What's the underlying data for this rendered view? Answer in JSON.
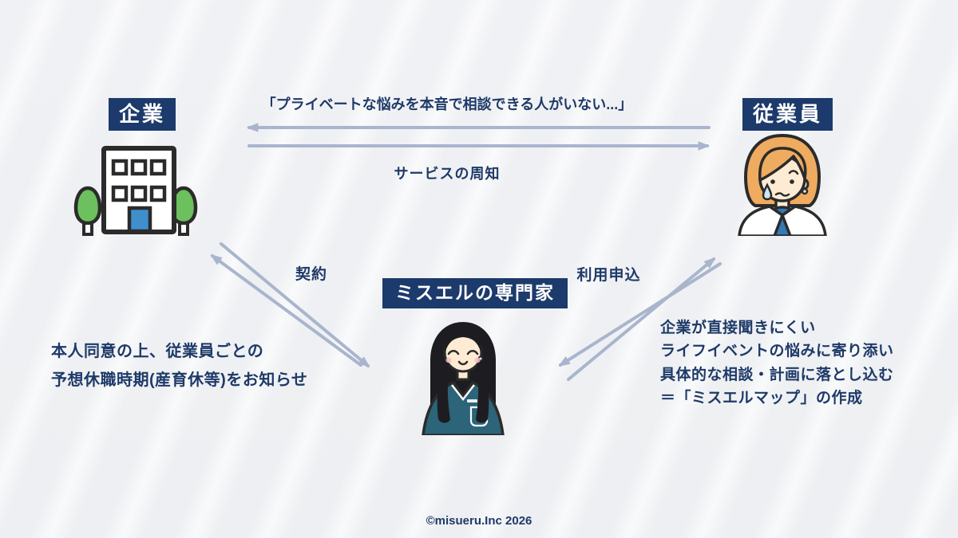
{
  "diagram": {
    "quote": "「プライベートな悩みを本音で相談できる人がいない...」",
    "nodes": {
      "company": {
        "label": "企業"
      },
      "employee": {
        "label": "従業員"
      },
      "specialist": {
        "label": "ミスエルの専門家"
      }
    },
    "edges": {
      "service_awareness": "サービスの周知",
      "contract": "契約",
      "application": "利用申込"
    },
    "notes": {
      "company": [
        "本人同意の上、従業員ごとの",
        "予想休職時期(産育休等)をお知らせ"
      ],
      "specialist": [
        "企業が直接聞きにくい",
        "ライフイベントの悩みに寄り添い",
        "具体的な相談・計画に落とし込む",
        "＝「ミスエルマップ」の作成"
      ]
    },
    "footer": {
      "copyright": "©misueru.Inc 2026"
    },
    "colors": {
      "label_background": "#1c3a6b",
      "text": "#1e3a68",
      "arrow": "#a9b5cd",
      "building_door": "#3f8fcc",
      "tree_green": "#6cc05e",
      "employee_hair": "#efab60",
      "employee_shirt": "#3779b5",
      "specialist_shirt": "#2c6479",
      "skin": "#fdebd3"
    }
  }
}
